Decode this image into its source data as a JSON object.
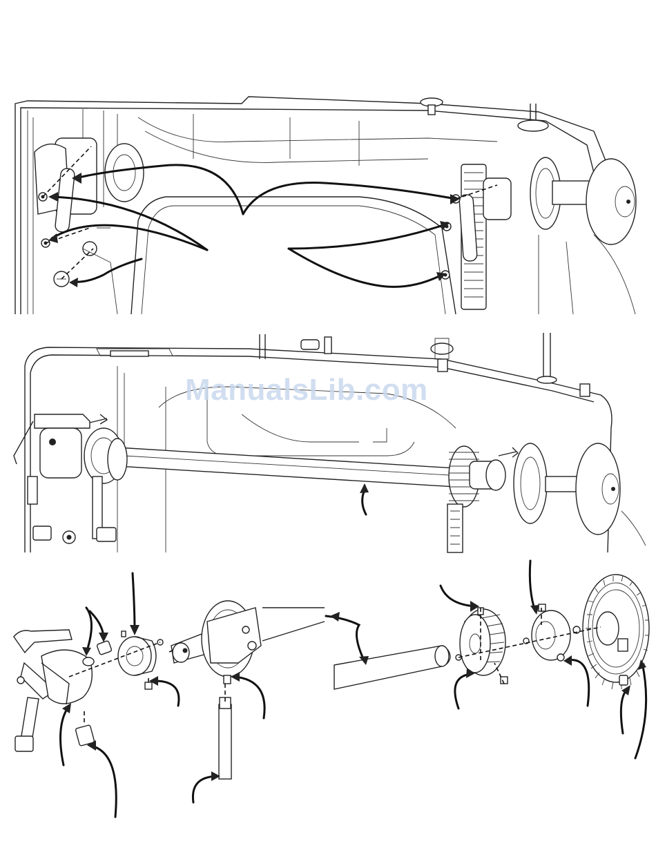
{
  "watermark": "ManualsLib.com",
  "panels": [
    {
      "id": "panel-1",
      "kind": "hook-drive-removal-top"
    },
    {
      "id": "panel-2",
      "kind": "upper-shaft-assembly"
    },
    {
      "id": "panel-3",
      "kind": "exploded-view"
    }
  ]
}
